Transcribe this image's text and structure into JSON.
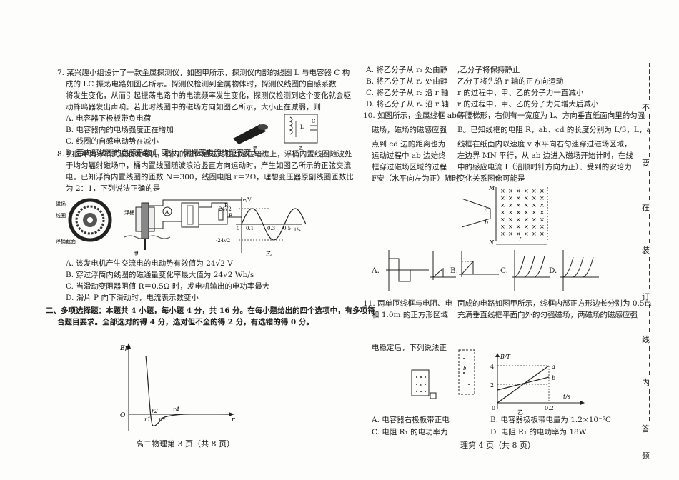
{
  "left_page": {
    "q7": {
      "line1": "7. 某兴趣小组设计了一款金属探测仪，如图甲所示，探测仪内部的线圈 L 与电容器 C 构",
      "line2": "成的 LC 振荡电路如图乙所示。探测仪检测到金属物体时，探测仪线圈的自感系数",
      "line3": "将发生变化，从而引起振荡电路中的电流频率发生变化，探测仪检测到这个变化就会驱",
      "line4": "动蜂鸣器发出声响。若此时线圈中的磁场方向如图乙所示，大小正在减弱，则",
      "A": "A. 电容器下极板带负电荷",
      "B": "B. 电容器内的电场强度正在增加",
      "C": "C. 线圈的自感电动势在减小",
      "D": "D. 若内部线圈的自感系数 L 变大，则振荡电流的频率变大",
      "fig_jia": "甲",
      "fig_yi": "乙",
      "label_L": "L",
      "label_C": "C"
    },
    "q8": {
      "line1": "8. 如图甲为浮桶式波浪发电机，桶内的磁体通过支柱固定在暗礁上，浮桶内置线圈随波处",
      "line2": "于均匀辐射磁场中，桶内置线圈随波浪沿竖直方向运动时，产生如图乙所示的正弦交流",
      "line3": "电。已知浮筒内置线圈的匝数 N＝300，线圈电阻 r＝2Ω，理想变压器原副线圈匝数比",
      "line4": "为 2：1，下列说法正确的是",
      "label_magnet": "磁场",
      "label_coil": "线圈",
      "label_section": "浮桶截面",
      "label_float": "浮桶",
      "label_ammeter": "A",
      "label_P": "P",
      "label_Rp": "R",
      "fig_jia": "甲",
      "fig_yi": "乙",
      "axis_y": "e/V",
      "axis_x": "t/s",
      "tick_pos": "24√2",
      "tick_neg": "-24√2",
      "tick_0": "0",
      "tick_01": "0.1",
      "tick_03": "0.3",
      "tick_05": "0.5",
      "A": "A. 该发电机产生交流电的电动势有效值为 24√2 V",
      "B": "B. 穿过浮筒内线圈的磁通量变化率最大值为 24√2 Wb/s",
      "C": "C. 当滑动变阻器阻值 R＝0.5Ω 时，发电机输出的电功率最大",
      "D": "D. 滑片 P 向下滑动时，电流表示数变小"
    },
    "section2": {
      "line1": "二、多项选择题：本题共 4 小题，每小题 4 分，共 16 分。在每小题给出的四个选项中，有多项符",
      "line2": "合题目要求。全部选对的得 4 分，选对但不全的得 2 分，有选错的得 0 分。"
    },
    "potential_graph": {
      "y_label": "Ep",
      "origin": "O",
      "x_label": "r",
      "r1": "r1",
      "r2": "r2",
      "r3": "r3",
      "r4": "r4"
    },
    "footer": "高二物理第 3 页（共 8 页）"
  },
  "right_page": {
    "q9_options": {
      "A": "A. 将乙分子从 r₃ 处由静",
      "B": "B. 将乙分子从 r₂ 处由静",
      "C": "C. 将乙分子从 r₂ 沿 r 轴",
      "D": "D. 将乙分子从 r₄ 沿 r 轴",
      "A_tail": ",乙分子将保持静止",
      "B_tail": "乙分子将先沿 r 轴的正方向运动",
      "C_tail": "r 的过程中，甲、乙的分子力一直减小",
      "D_tail": "r 的过程中，甲、乙的分子力先增大后减小"
    },
    "q10": {
      "line1a": "10. 如图所示，金属线框 abc",
      "line1b": "等腰梯形，右侧有一宽度为 L、方向垂直纸面向里的匀强",
      "line2a": "磁场，磁场的磁感应强",
      "line2b": "B。已知线框的电阻 R，ab、cd 的长度分别为 L/3，L，a",
      "line3a": "点到 cd 边的距离也为",
      "line3b": "线框在纸面内以速度 v 水平向右匀速穿过磁场区域，",
      "line4a": "运动过程中 ab 边始终",
      "line4b": "左边界 MN 平行，从 ab 边进入磁场开始计时，在线",
      "line5a": "框穿过磁场区域的过程",
      "line5b": "中的感应电流 I（沿顺时针方向为正）、受到的安培力",
      "line6a": "F安（水平向左为正）随时",
      "line6b": "变化关系图像可能是",
      "label_M": "M",
      "label_N": "N",
      "label_a": "a",
      "label_b": "b",
      "label_L": "L",
      "opt_A": "A.",
      "opt_B": "B.",
      "opt_C": "C.",
      "opt_D": "D."
    },
    "q11": {
      "line1a": "11. 两单匝线框与电阻、电",
      "line1b": "面成的电路如图甲所示，线框内部正方形边长分别为 0.5m",
      "line2a": "和 1.0m 的正方形区域",
      "line2b": "充满垂直线框平面向外的匀强磁场，两磁场的磁感应强",
      "line3": "电稳定后，下列说法正",
      "graph_y": "B/T",
      "graph_x": "t/s",
      "tick_4": "4",
      "tick_2": "2",
      "tick_0": "0",
      "tick_02": "0.2",
      "line_a": "a",
      "line_b": "b",
      "fig_yi": "乙",
      "A": "A. 电容器右极板带正电",
      "B": "B. 电容器极板带电量为 1.2×10⁻⁵C",
      "C": "C. 电阻 R₁ 的电功率为",
      "D": "D. 电阻 R₁ 的电功率为 18W"
    },
    "footer": "理第 4 页（共 8 页）"
  },
  "binding_margin": {
    "c1": "不",
    "c2": "要",
    "c3": "在",
    "c4": "装",
    "c5": "订",
    "c6": "线",
    "c7": "内",
    "c8": "答",
    "c9": "题"
  }
}
